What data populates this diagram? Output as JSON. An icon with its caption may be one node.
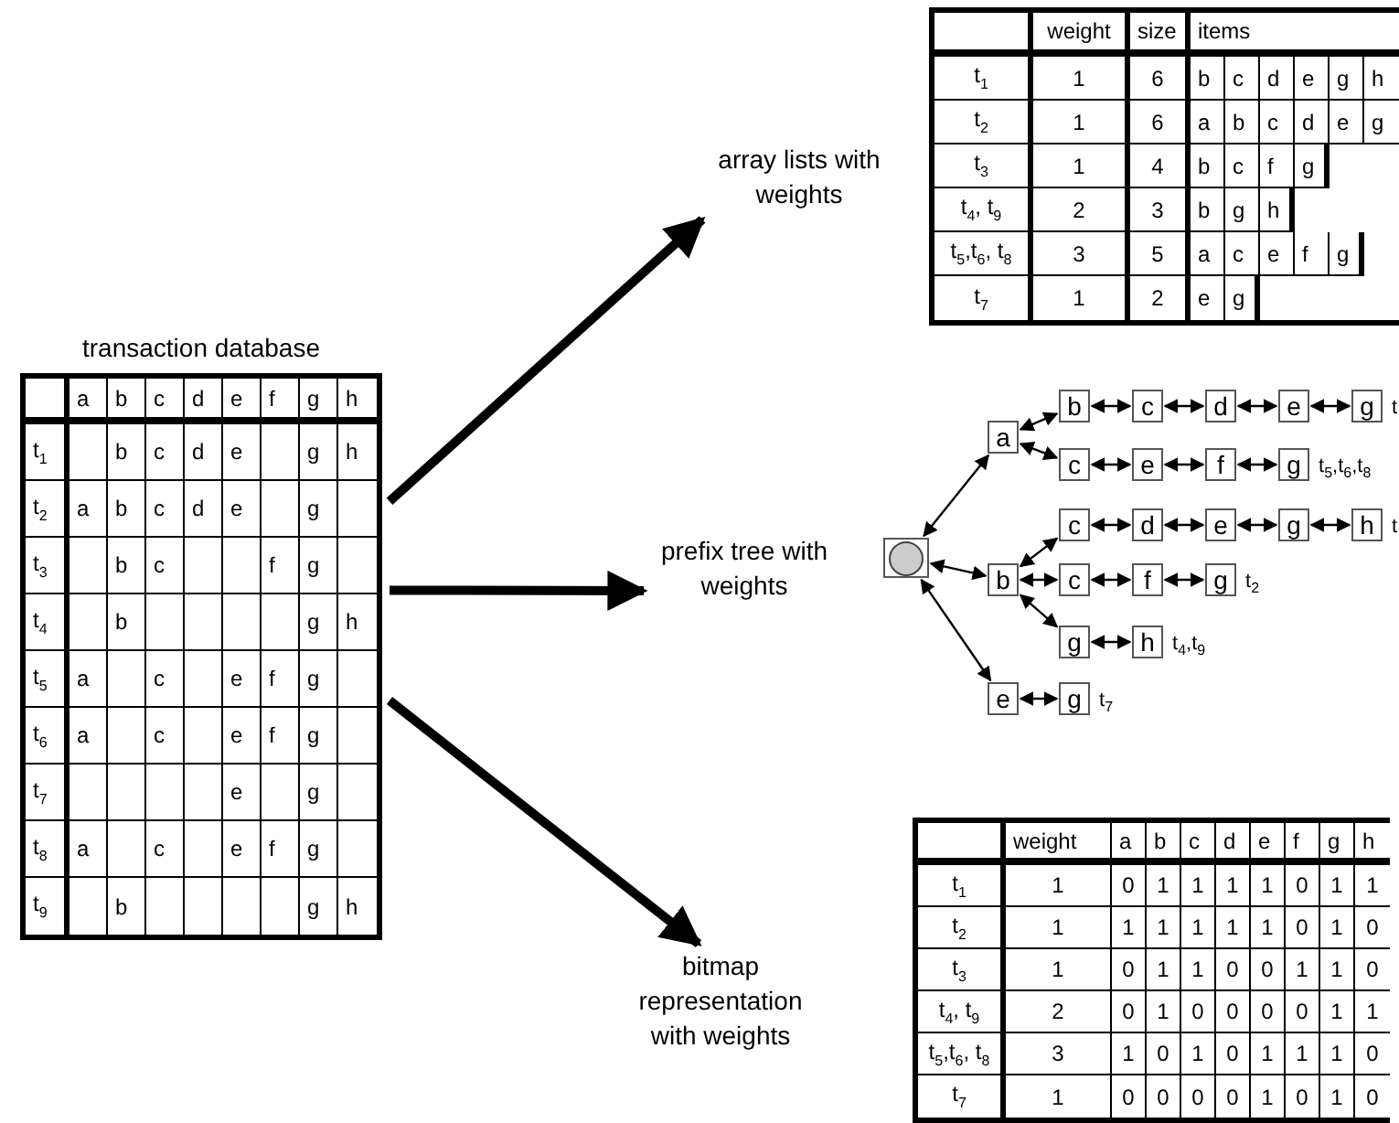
{
  "diagram": {
    "nodes": [
      {
        "text": [
          "transaction database"
        ]
      },
      {
        "text": [
          "array lists with weights"
        ]
      },
      {
        "text": [
          "prefix tree with weights"
        ]
      },
      {
        "text": [
          "bitmap representation with weights"
        ]
      },
      {
        "text": [],
        "shape": "circle"
      },
      {
        "text": [
          "a"
        ]
      },
      {
        "text": [
          "b"
        ]
      },
      {
        "text": [
          "c"
        ]
      },
      {
        "text": [
          "d"
        ]
      },
      {
        "text": [
          "e"
        ]
      },
      {
        "text": [
          "g"
        ],
        "beside": [
          "t"
        ]
      },
      {
        "text": [
          "c"
        ]
      },
      {
        "text": [
          "e"
        ]
      },
      {
        "text": [
          "f"
        ]
      },
      {
        "text": [
          "g"
        ],
        "beside": [
          "t$_{5}$,t$_{6}$,t$_{8}$"
        ]
      },
      {
        "text": [
          "b"
        ]
      },
      {
        "text": [
          "c"
        ]
      },
      {
        "text": [
          "d"
        ]
      },
      {
        "text": [
          "e"
        ]
      },
      {
        "text": [
          "g"
        ]
      },
      {
        "text": [
          "h"
        ],
        "beside": [
          "t"
        ]
      },
      {
        "text": [
          "c"
        ]
      },
      {
        "text": [
          "f"
        ]
      },
      {
        "text": [
          "g"
        ],
        "beside": [
          "t$_{2}$"
        ]
      },
      {
        "text": [
          "g"
        ]
      },
      {
        "text": [
          "h"
        ],
        "beside": [
          "t$_{4}$,t$_{9}$"
        ]
      },
      {
        "text": [
          "e"
        ]
      },
      {
        "text": [
          "g"
        ],
        "beside": [
          "t$_{7}$"
        ]
      }
    ],
    "edges": [
      {
        "from": 0,
        "to": 1,
        "arrow": "to",
        "style": "thick"
      },
      {
        "from": 0,
        "to": 2,
        "arrow": "to",
        "style": "thick"
      },
      {
        "from": 0,
        "to": 3,
        "arrow": "to",
        "style": "thick"
      },
      {
        "from": 4,
        "to": 5,
        "arrow": "both"
      },
      {
        "from": 5,
        "to": 6,
        "arrow": "both"
      },
      {
        "from": 6,
        "to": 7,
        "arrow": "both"
      },
      {
        "from": 7,
        "to": 8,
        "arrow": "both"
      },
      {
        "from": 8,
        "to": 9,
        "arrow": "both"
      },
      {
        "from": 9,
        "to": 10,
        "arrow": "both"
      },
      {
        "from": 5,
        "to": 11,
        "arrow": "both"
      },
      {
        "from": 11,
        "to": 12,
        "arrow": "both"
      },
      {
        "from": 12,
        "to": 13,
        "arrow": "both"
      },
      {
        "from": 13,
        "to": 14,
        "arrow": "both"
      },
      {
        "from": 4,
        "to": 15,
        "arrow": "both"
      },
      {
        "from": 15,
        "to": 16,
        "arrow": "both"
      },
      {
        "from": 16,
        "to": 17,
        "arrow": "both"
      },
      {
        "from": 17,
        "to": 18,
        "arrow": "both"
      },
      {
        "from": 18,
        "to": 19,
        "arrow": "both"
      },
      {
        "from": 19,
        "to": 20,
        "arrow": "both"
      },
      {
        "from": 15,
        "to": 21,
        "arrow": "both"
      },
      {
        "from": 21,
        "to": 22,
        "arrow": "both"
      },
      {
        "from": 22,
        "to": 23,
        "arrow": "both"
      },
      {
        "from": 15,
        "to": 24,
        "arrow": "both"
      },
      {
        "from": 24,
        "to": 25,
        "arrow": "both"
      },
      {
        "from": 4,
        "to": 26,
        "arrow": "both"
      },
      {
        "from": 26,
        "to": 27,
        "arrow": "both"
      }
    ],
    "labels": [
      "a",
      "b",
      "c",
      "d",
      "e",
      "f",
      "g",
      "h",
      "t$_{1}$",
      "b",
      "c",
      "d",
      "e",
      "g",
      "h",
      "t$_{2}$",
      "a",
      "b",
      "c",
      "d",
      "e",
      "g",
      "t$_{3}$",
      "b",
      "c",
      "f",
      "g",
      "t$_{4}$",
      "b",
      "g",
      "h",
      "t$_{5}$",
      "a",
      "c",
      "e",
      "f",
      "g",
      "t$_{6}$",
      "a",
      "c",
      "e",
      "f",
      "g",
      "t$_{7}$",
      "e",
      "g",
      "t$_{8}$",
      "a",
      "c",
      "e",
      "f",
      "g",
      "t$_{9}$",
      "b",
      "g",
      "h",
      "weight",
      "size",
      "items",
      "t$_{1}$",
      "1",
      "6",
      "b",
      "c",
      "d",
      "e",
      "g",
      "h",
      "t$_{2}$",
      "1",
      "6",
      "a",
      "b",
      "c",
      "d",
      "e",
      "g",
      "t$_{3}$",
      "1",
      "4",
      "b",
      "c",
      "f",
      "g",
      "t$_{4}$, t$_{9}$",
      "2",
      "3",
      "b",
      "g",
      "h",
      "t$_{5}$,t$_{6}$, t$_{8}$",
      "3",
      "5",
      "a",
      "c",
      "e",
      "f",
      "g",
      "t$_{7}$",
      "1",
      "2",
      "e",
      "g",
      "weight",
      "a",
      "b",
      "c",
      "d",
      "e",
      "f",
      "g",
      "h",
      "t$_{1}$",
      "1",
      "0",
      "1",
      "1",
      "1",
      "1",
      "0",
      "1",
      "1",
      "t$_{2}$",
      "1",
      "1",
      "1",
      "1",
      "1",
      "1",
      "0",
      "1",
      "0",
      "t$_{3}$",
      "1",
      "0",
      "1",
      "1",
      "0",
      "0",
      "1",
      "1",
      "0",
      "t$_{4}$, t$_{9}$",
      "2",
      "0",
      "1",
      "0",
      "0",
      "0",
      "0",
      "1",
      "1",
      "t$_{5}$,t$_{6}$, t$_{8}$",
      "3",
      "1",
      "0",
      "1",
      "0",
      "1",
      "1",
      "1",
      "0",
      "t$_{7}$",
      "1",
      "0",
      "0",
      "0",
      "0",
      "1",
      "0",
      "1",
      "0"
    ]
  }
}
